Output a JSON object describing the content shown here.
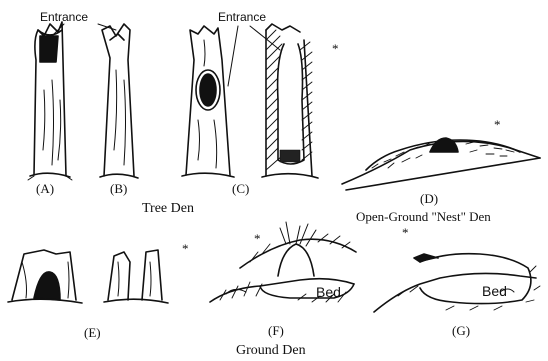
{
  "labels": {
    "entrance_left": "Entrance",
    "entrance_right": "Entrance",
    "a": "(A)",
    "b": "(B)",
    "c": "(C)",
    "d": "(D)",
    "e": "(E)",
    "f": "(F)",
    "g": "(G)",
    "tree_den": "Tree Den",
    "open_ground": "Open-Ground \"Nest\" Den",
    "ground_den": "Ground Den",
    "bed_f": "Bed",
    "bed_g": "Bed",
    "star_c": "*",
    "star_d": "*",
    "star_e": "*",
    "star_f": "*",
    "star_g": "*"
  }
}
